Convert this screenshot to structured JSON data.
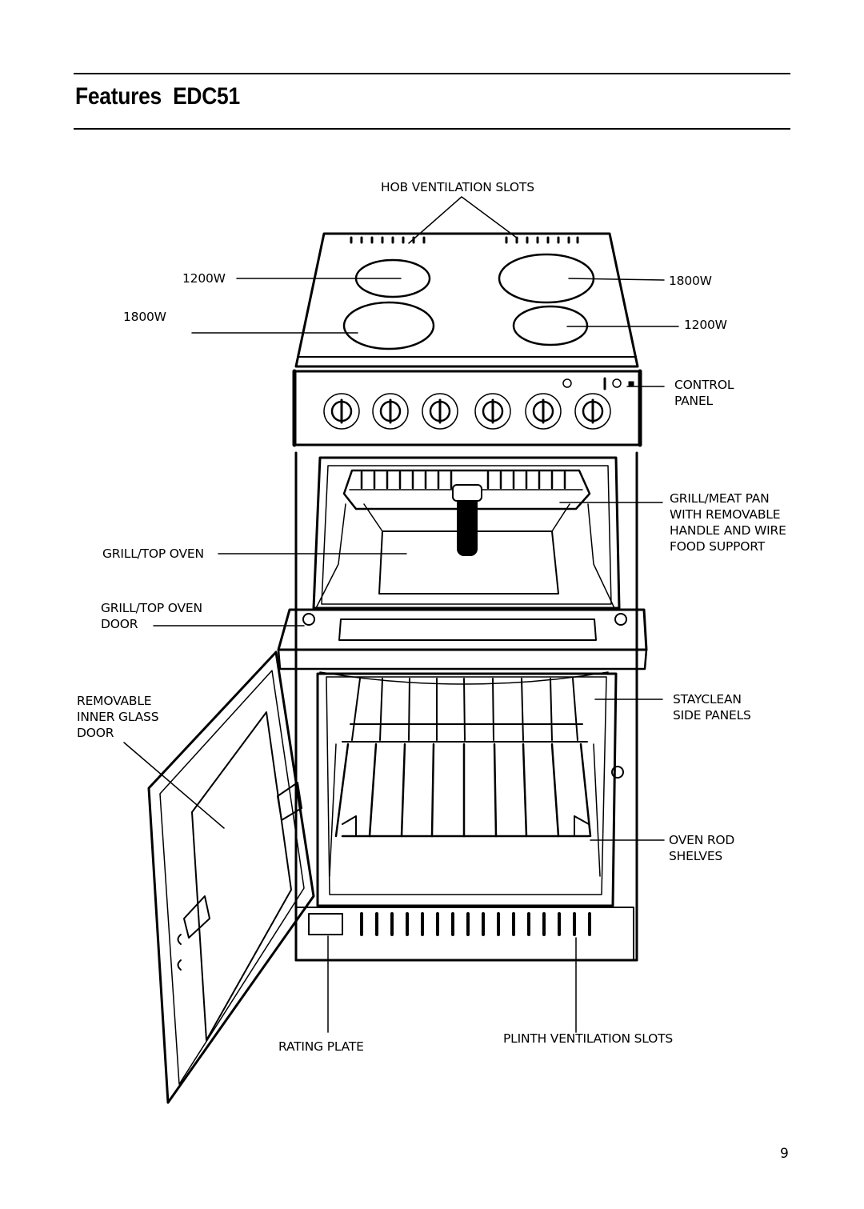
{
  "header": {
    "title": "Features  EDC51"
  },
  "labels": {
    "hob_ventilation_slots": "HOB VENTILATION SLOTS",
    "hob_left_rear": "1200W",
    "hob_left_front": "1800W",
    "hob_right_rear": "1800W",
    "hob_right_front": "1200W",
    "control_panel": "CONTROL\nPANEL",
    "grill_meat_pan": "GRILL/MEAT PAN\nWITH REMOVABLE\nHANDLE AND WIRE\nFOOD SUPPORT",
    "grill_top_oven": "GRILL/TOP OVEN",
    "grill_top_oven_door": "GRILL/TOP OVEN\nDOOR",
    "removable_inner_glass_door": "REMOVABLE\nINNER GLASS\nDOOR",
    "stayclean_side_panels": "STAYCLEAN\nSIDE PANELS",
    "oven_rod_shelves": "OVEN ROD\nSHELVES",
    "rating_plate": "RATING PLATE",
    "plinth_ventilation_slots": "PLINTH VENTILATION SLOTS"
  },
  "footer": {
    "page_number": "9"
  }
}
